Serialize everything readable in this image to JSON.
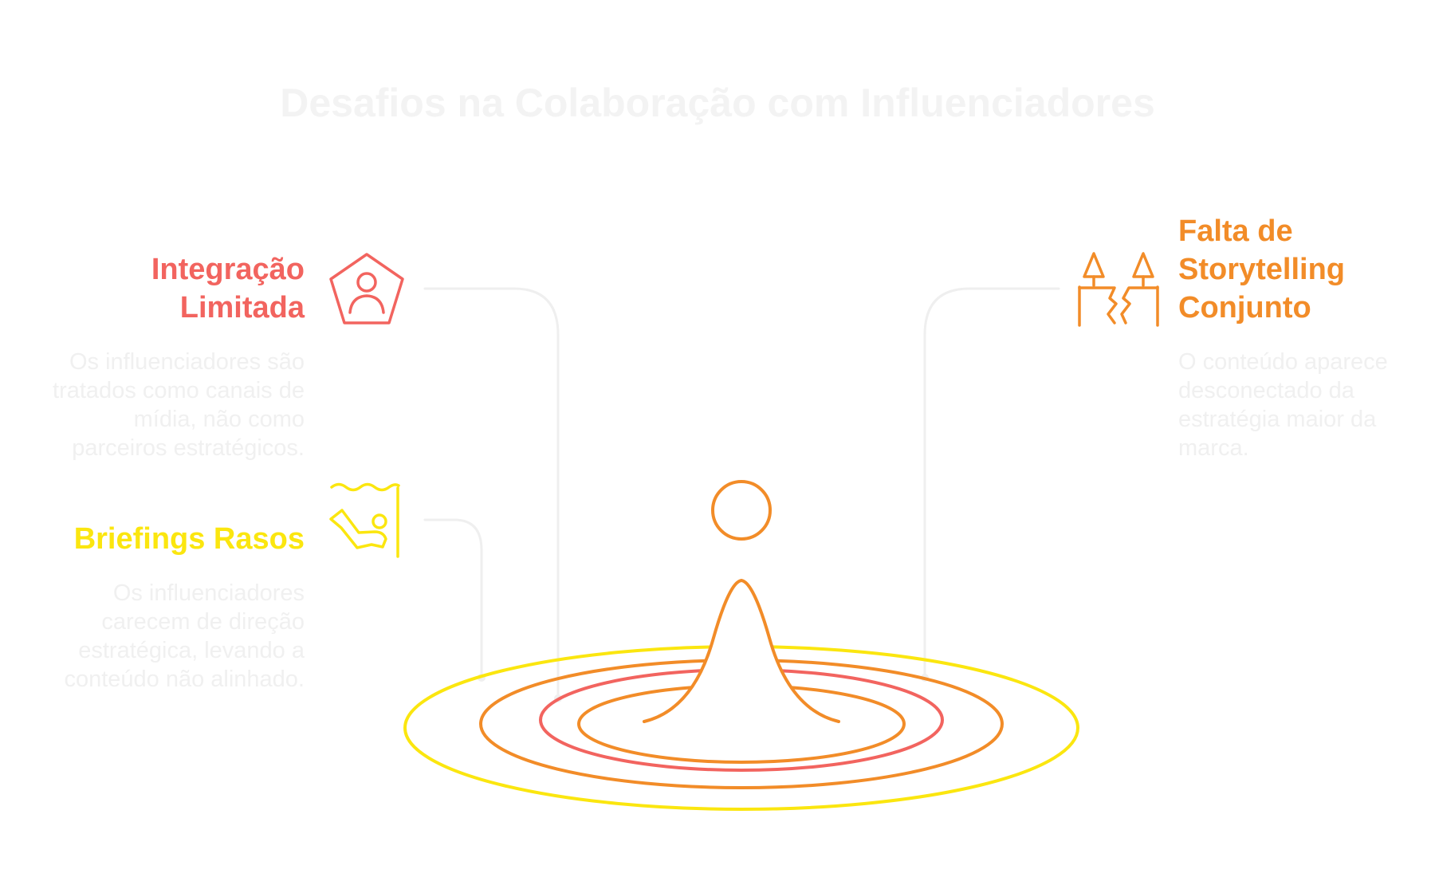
{
  "title": "Desafios na Colaboração com Influenciadores",
  "items": [
    {
      "heading": "Integração Limitada",
      "description": "Os influenciadores são tratados como canais de mídia, não como parceiros estratégicos.",
      "color": "#f2645f",
      "icon": "person-pentagon-icon"
    },
    {
      "heading": "Briefings Rasos",
      "description": "Os influenciadores carecem de direção estratégica, levando a conteúdo não alinhado.",
      "color": "#fbe60f",
      "icon": "swimmer-shallow-water-icon"
    },
    {
      "heading": "Falta de Storytelling Conjunto",
      "description": "O conteúdo aparece desconectado da estratégia maior da marca.",
      "color": "#f28c28",
      "icon": "broken-bridge-trees-icon"
    }
  ],
  "colors": {
    "title": "#f3f3f3",
    "description": "#f0f0f0",
    "connector": "#efefef",
    "drop": "#f28c28",
    "ripple_inner": "#f2645f",
    "ripple_middle": "#f28c28",
    "ripple_outer": "#fbe60f"
  }
}
